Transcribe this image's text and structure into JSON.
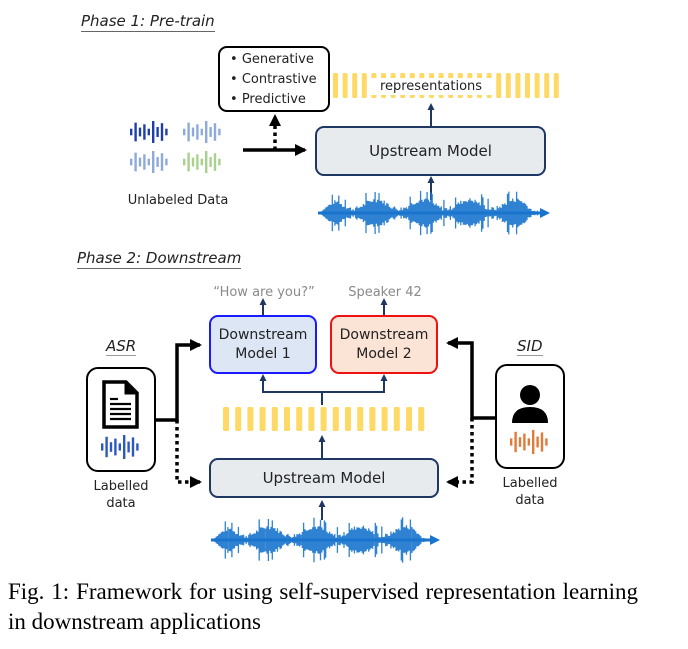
{
  "phase1": {
    "title": "Phase 1: Pre-train",
    "objectives": [
      "Generative",
      "Contrastive",
      "Predictive"
    ],
    "representations_label": "representations",
    "upstream_label": "Upstream Model",
    "unlabeled_label": "Unlabeled Data"
  },
  "phase2": {
    "title": "Phase 2: Downstream",
    "outputs": [
      "“How are you?”",
      "Speaker 42"
    ],
    "downstream_models": [
      {
        "line1": "Downstream",
        "line2": "Model 1"
      },
      {
        "line1": "Downstream",
        "line2": "Model 2"
      }
    ],
    "upstream_label": "Upstream Model",
    "tasks": [
      {
        "name": "ASR",
        "data_line1": "Labelled",
        "data_line2": "data",
        "icon": "document-icon",
        "wave_color": "#2f57c0"
      },
      {
        "name": "SID",
        "data_line1": "Labelled",
        "data_line2": "data",
        "icon": "person-icon",
        "wave_color": "#e07b39"
      }
    ]
  },
  "colors": {
    "representation_bar": "#ffd966",
    "upstream_border": "#1f3763",
    "downstream1_border": "#1a1aff",
    "downstream2_border": "#ee1111",
    "waveform": "#1874cd"
  },
  "caption": "Fig. 1: Framework for using self-supervised representation learning in downstream applications"
}
